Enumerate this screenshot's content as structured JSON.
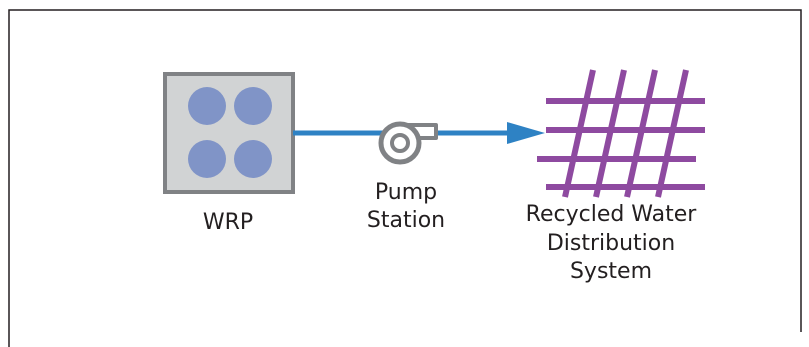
{
  "labels": {
    "wrp": "WRP",
    "pump_line1": "Pump",
    "pump_line2": "Station",
    "dist_line1": "Recycled Water",
    "dist_line2": "Distribution",
    "dist_line3": "System"
  },
  "colors": {
    "frame": "#231f20",
    "wrp_box_fill": "#d1d3d4",
    "wrp_box_stroke": "#808285",
    "wrp_circles": "#8094c7",
    "pipe": "#2e82c4",
    "pump": "#808285",
    "grid": "#8e4aa0"
  },
  "icons": {
    "wrp": "treatment-basins-icon",
    "pump": "pump-icon",
    "distribution": "pipe-grid-icon"
  }
}
